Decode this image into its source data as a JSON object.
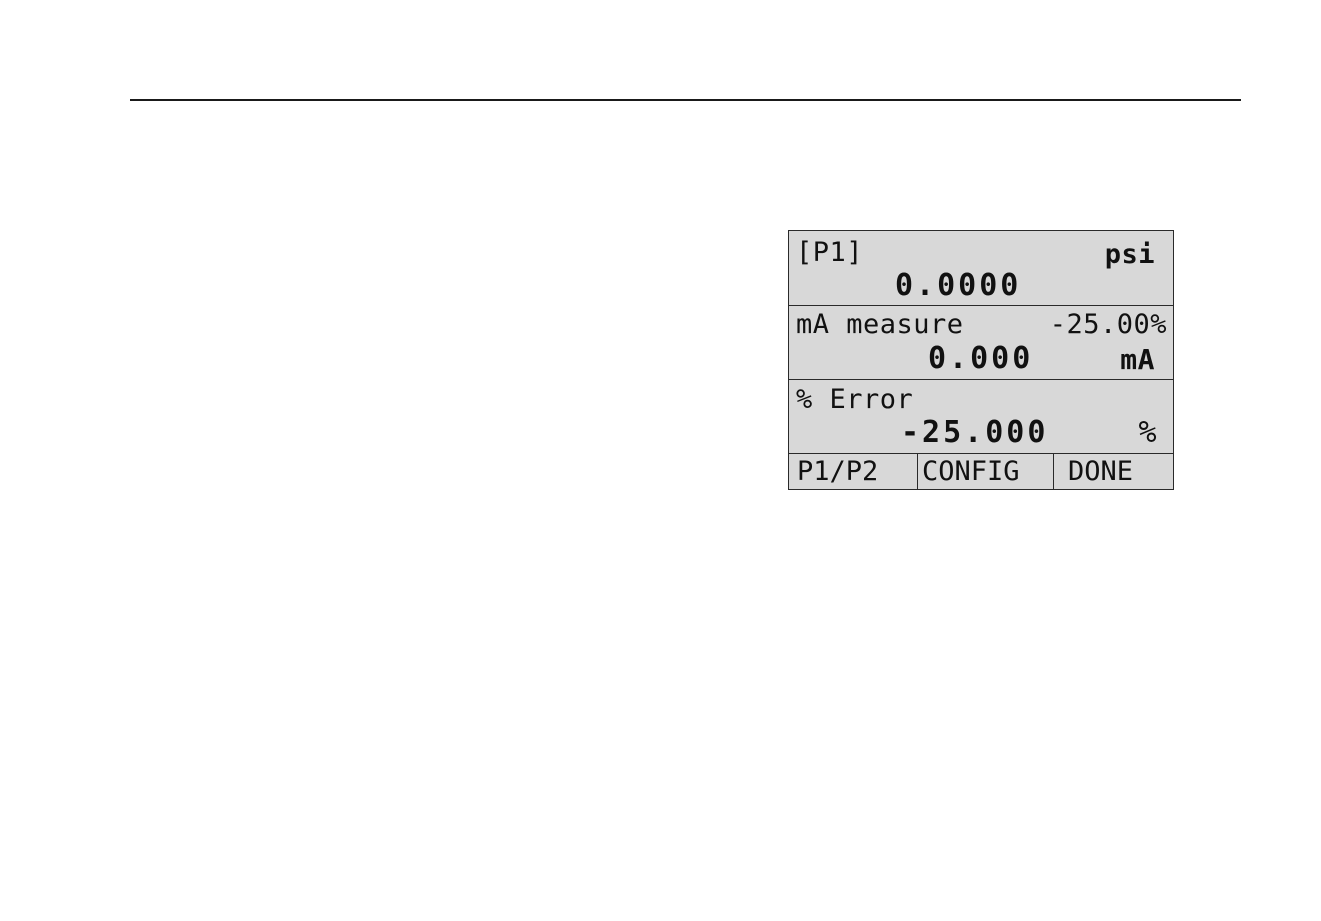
{
  "display": {
    "pressure": {
      "channel_label": "[P1]",
      "unit": "psi",
      "value": "0.0000"
    },
    "measure": {
      "mode_label": "mA measure",
      "percent": "-25.00%",
      "value": "0.000",
      "unit": "mA"
    },
    "error": {
      "label": "% Error",
      "value": "-25.000",
      "unit": "%"
    },
    "softkeys": {
      "key1": "P1/P2",
      "key2": "CONFIG",
      "key3": "DONE"
    }
  }
}
